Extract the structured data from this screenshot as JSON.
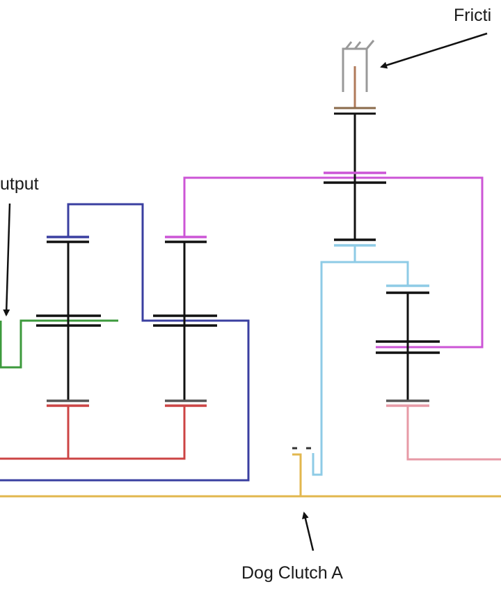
{
  "labels": {
    "friction": "Fricti",
    "output": "utput",
    "dog_clutch": "Dog Clutch A"
  },
  "colors": {
    "shaft": "#111111",
    "carrier_blue": "#3a3fa0",
    "magenta": "#cc55d6",
    "red": "#cc4444",
    "green": "#3c9a3c",
    "cyan": "#8ecbe6",
    "pink": "#e79aa6",
    "yellow": "#e2b74e",
    "brake_gray": "#999999",
    "brown": "#b07a5a"
  }
}
